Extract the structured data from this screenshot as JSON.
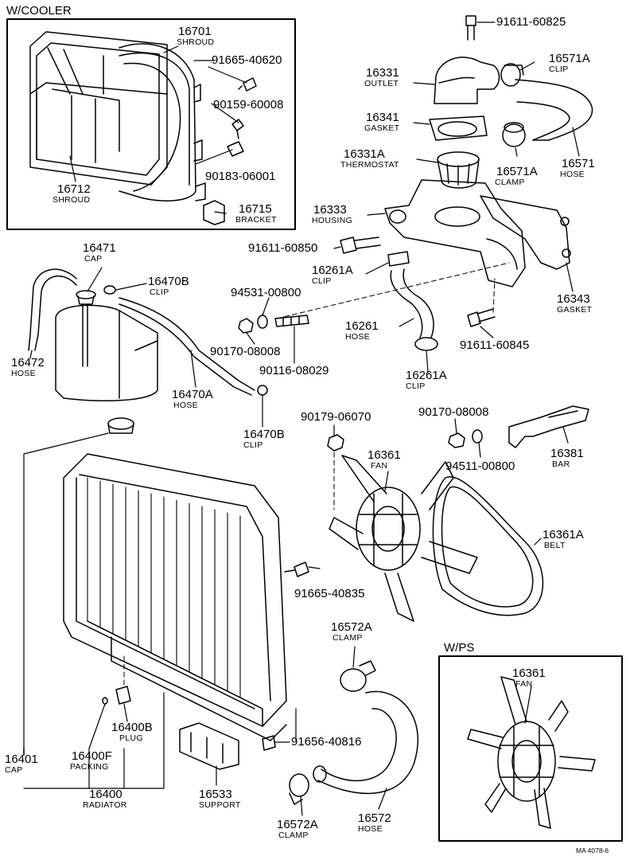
{
  "boxes": {
    "cooler_label": "W/COOLER",
    "ps_label": "W/PS"
  },
  "parts": {
    "p16701": {
      "number": "16701",
      "name": "SHROUD"
    },
    "p91665_40620": {
      "number": "91665-40620"
    },
    "p90159_60008": {
      "number": "90159-60008"
    },
    "p90183_06001": {
      "number": "90183-06001"
    },
    "p16712": {
      "number": "16712",
      "name": "SHROUD"
    },
    "p16715": {
      "number": "16715",
      "name": "BRACKET"
    },
    "p91611_60825": {
      "number": "91611-60825"
    },
    "p16331": {
      "number": "16331",
      "name": "OUTLET"
    },
    "p16571A_clip": {
      "number": "16571A",
      "name": "CLIP"
    },
    "p16341": {
      "number": "16341",
      "name": "GASKET"
    },
    "p16331A": {
      "number": "16331A",
      "name": "THERMOSTAT"
    },
    "p16571A_clamp": {
      "number": "16571A",
      "name": "CLAMP"
    },
    "p16571": {
      "number": "16571",
      "name": "HOSE"
    },
    "p16333": {
      "number": "16333",
      "name": "HOUSING"
    },
    "p91611_60850": {
      "number": "91611-60850"
    },
    "p16261A_clip_top": {
      "number": "16261A",
      "name": "CLIP"
    },
    "p16343": {
      "number": "16343",
      "name": "GASKET"
    },
    "p16471": {
      "number": "16471",
      "name": "CAP"
    },
    "p16470B_top": {
      "number": "16470B",
      "name": "CLIP"
    },
    "p94531_00800": {
      "number": "94531-00800"
    },
    "p16261": {
      "number": "16261",
      "name": "HOSE"
    },
    "p91611_60845": {
      "number": "91611-60845"
    },
    "p90170_08008_a": {
      "number": "90170-08008"
    },
    "p16472": {
      "number": "16472",
      "name": "HOSE"
    },
    "p90116_08029": {
      "number": "90116-08029"
    },
    "p16261A_clip_bot": {
      "number": "16261A",
      "name": "CLIP"
    },
    "p16470A": {
      "number": "16470A",
      "name": "HOSE"
    },
    "p16470B_bot": {
      "number": "16470B",
      "name": "CLIP"
    },
    "p90179_06070": {
      "number": "90179-06070"
    },
    "p90170_08008_b": {
      "number": "90170-08008"
    },
    "p16381": {
      "number": "16381",
      "name": "BAR"
    },
    "p94511_00800": {
      "number": "94511-00800"
    },
    "p16361": {
      "number": "16361",
      "name": "FAN"
    },
    "p16361A": {
      "number": "16361A",
      "name": "BELT"
    },
    "p91665_40835": {
      "number": "91665-40835"
    },
    "p16572A_top": {
      "number": "16572A",
      "name": "CLAMP"
    },
    "p16361_ps": {
      "number": "16361",
      "name": "FAN"
    },
    "p16400B": {
      "number": "16400B",
      "name": "PLUG"
    },
    "p91656_40816": {
      "number": "91656-40816"
    },
    "p16401": {
      "number": "16401",
      "name": "CAP"
    },
    "p16400F": {
      "number": "16400F",
      "name": "PACKING"
    },
    "p16400": {
      "number": "16400",
      "name": "RADIATOR"
    },
    "p16533": {
      "number": "16533",
      "name": "SUPPORT"
    },
    "p16572A_bot": {
      "number": "16572A",
      "name": "CLAMP"
    },
    "p16572": {
      "number": "16572",
      "name": "HOSE"
    }
  },
  "footer": {
    "code": "MA 4078-6"
  }
}
